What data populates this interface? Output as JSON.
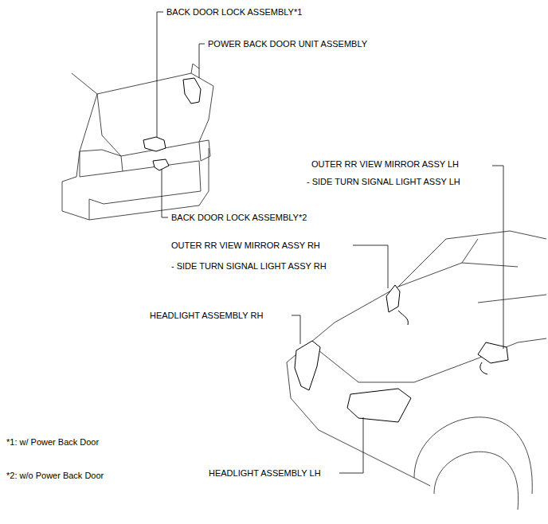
{
  "diagram": {
    "labels": [
      "BACK DOOR LOCK ASSEMBLY*1",
      "POWER BACK DOOR UNIT ASSEMBLY",
      "OUTER RR VIEW MIRROR ASSY LH",
      "- SIDE TURN SIGNAL LIGHT ASSY LH",
      "BACK DOOR LOCK ASSEMBLY*2",
      "OUTER RR VIEW MIRROR ASSY RH",
      "- SIDE TURN SIGNAL LIGHT ASSY RH",
      "HEADLIGHT ASSEMBLY RH",
      "*1: w/ Power Back Door",
      "*2: w/o Power Back Door",
      "HEADLIGHT ASSEMBLY LH"
    ]
  }
}
